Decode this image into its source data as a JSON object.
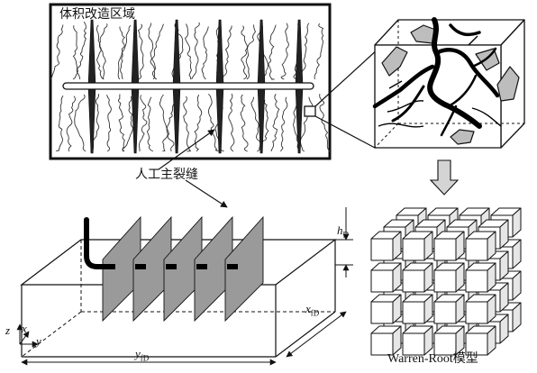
{
  "labels": {
    "region": "体积改造区域",
    "main_fracture": "人工主裂缝",
    "model": "Warren-Root模型"
  },
  "axes": {
    "h_main": "h",
    "h_sub": "D",
    "xf_main": "x",
    "xf_sub": "fD",
    "yf_main": "y",
    "yf_sub": "fD",
    "z": "z",
    "x": "x",
    "y": "y"
  },
  "colors": {
    "fracture_fill": "#9a9a9a",
    "stroke": "#111111",
    "arrow_fill": "#d4d4d4",
    "vug_fill": "#bdbdbd"
  }
}
